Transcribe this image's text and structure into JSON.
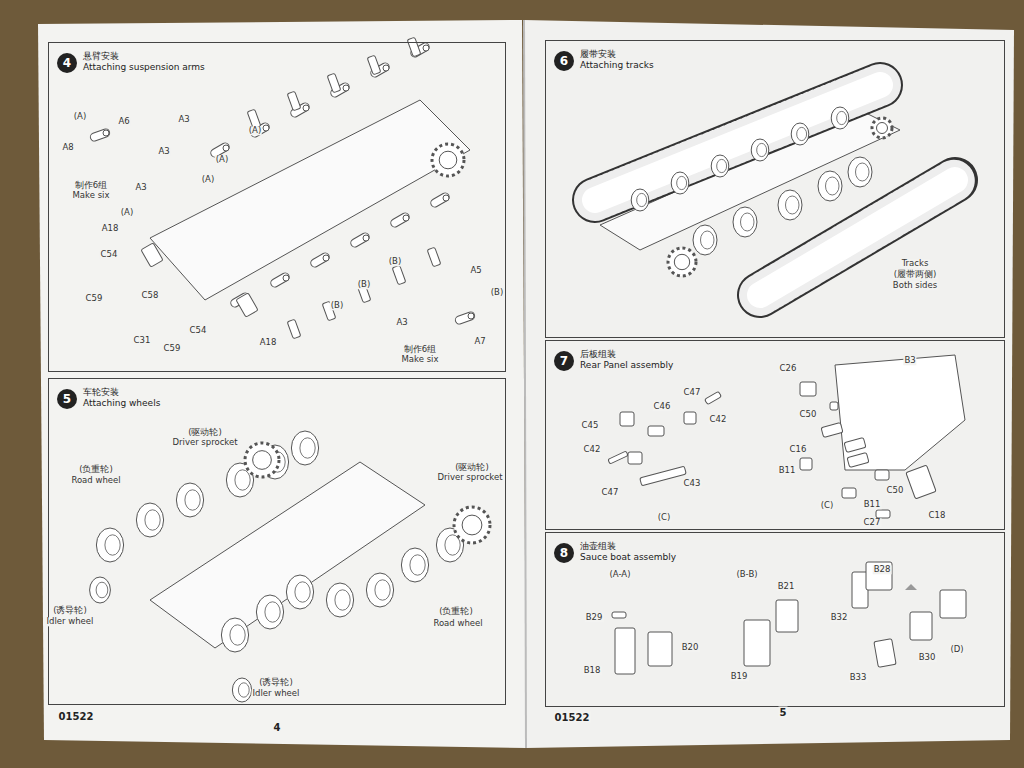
{
  "diagram": {
    "nodes": [
      {
        "text": [
          "悬臂安装",
          "Attaching suspension arms"
        ]
      },
      {
        "text": [
          "4"
        ],
        "in": 0
      },
      {
        "text": [
          "车轮安装",
          "Attaching wheels"
        ]
      },
      {
        "text": [
          "5"
        ],
        "in": 2
      },
      {
        "text": [
          "履带安装",
          "Attaching tracks"
        ]
      },
      {
        "text": [
          "6"
        ],
        "in": 4
      },
      {
        "text": [
          "后板组装",
          "Rear Panel assembly"
        ]
      },
      {
        "text": [
          "7"
        ],
        "in": 6
      },
      {
        "text": [
          "油壶组装",
          "Sauce boat assembly"
        ]
      },
      {
        "text": [
          "8"
        ],
        "in": 8
      }
    ],
    "labels": [
      "(A)",
      "A6",
      "A8",
      "制作6组",
      "Make six",
      "A3",
      "(A)",
      "(A)",
      "A3",
      "(A)",
      "A3",
      "(A)",
      "A18",
      "C54",
      "C59",
      "C58",
      "C31",
      "C54",
      "C59",
      "A18",
      "(B)",
      "(B)",
      "(B)",
      "A3",
      "A5",
      "(B)",
      "A7",
      "制作6组",
      "Make six",
      "(驱动轮)",
      "Driver sprocket",
      "(驱动轮)",
      "Driver sprocket",
      "(负重轮)",
      "Road wheel",
      "(负重轮)",
      "Road wheel",
      "(诱导轮)",
      "Idler wheel",
      "(诱导轮)",
      "Idler wheel",
      "Tracks",
      "(履带两侧)",
      "Both sides",
      "C45",
      "C46",
      "C47",
      "C42",
      "C42",
      "C47",
      "C43",
      "(C)",
      "C26",
      "B3",
      "C50",
      "C16",
      "B11",
      "(C)",
      "B11",
      "C50",
      "C27",
      "C18",
      "(A-A)",
      "(B-B)",
      "B29",
      "B20",
      "B18",
      "B21",
      "B19",
      "B28",
      "B32",
      "B33",
      "B30",
      "(D)",
      "01522",
      "4",
      "01522",
      "5"
    ]
  }
}
